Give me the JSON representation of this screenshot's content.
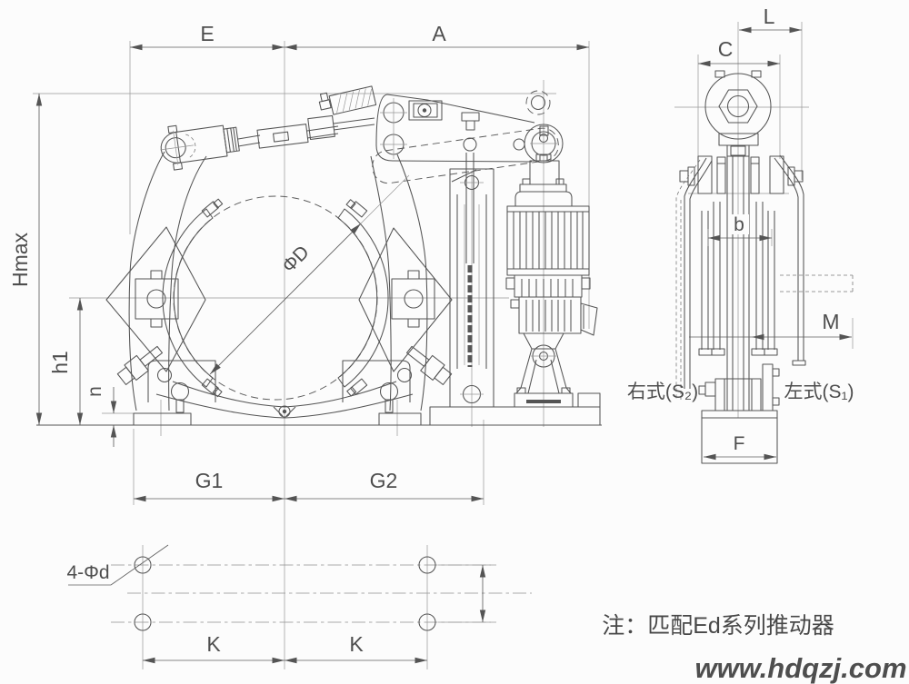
{
  "front_view": {
    "dim_E": "E",
    "dim_A": "A",
    "dim_Hmax": "Hmax",
    "dim_h1": "h1",
    "dim_n": "n",
    "dim_drum_diameter": "ΦD",
    "dim_G1": "G1",
    "dim_G2": "G2"
  },
  "side_view": {
    "dim_L": "L",
    "dim_C": "C",
    "dim_b": "b",
    "dim_M": "M",
    "dim_F": "F",
    "right_config_label": "右式(S₂)",
    "left_config_label": "左式(S₁)"
  },
  "mounting_view": {
    "holes_label": "4-Φd",
    "dim_K_left": "K",
    "dim_K_right": "K"
  },
  "note": "注：匹配Ed系列推动器",
  "watermark": {
    "text": "www.hdqzj.com",
    "color": "#1e1ed2"
  }
}
